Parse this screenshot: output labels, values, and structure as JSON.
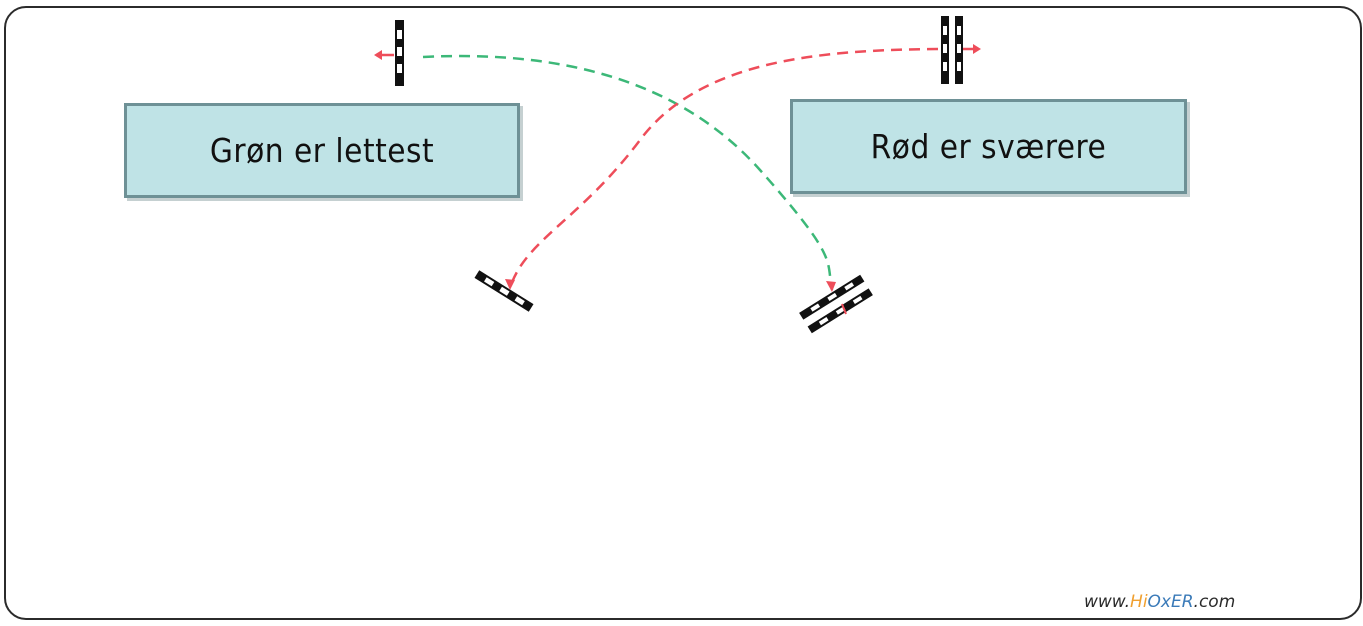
{
  "labels": {
    "green": "Grøn er lettest",
    "red": "Rød er sværere"
  },
  "watermark": {
    "prefix": "www.",
    "hi": "Hi",
    "oxer": "OxER",
    "suffix": ".com"
  },
  "colors": {
    "green_path": "#3cb878",
    "red_path": "#ee4d5a",
    "label_fill": "#bfe3e6",
    "label_border": "#6e9196",
    "frame": "#2b2b2b"
  }
}
